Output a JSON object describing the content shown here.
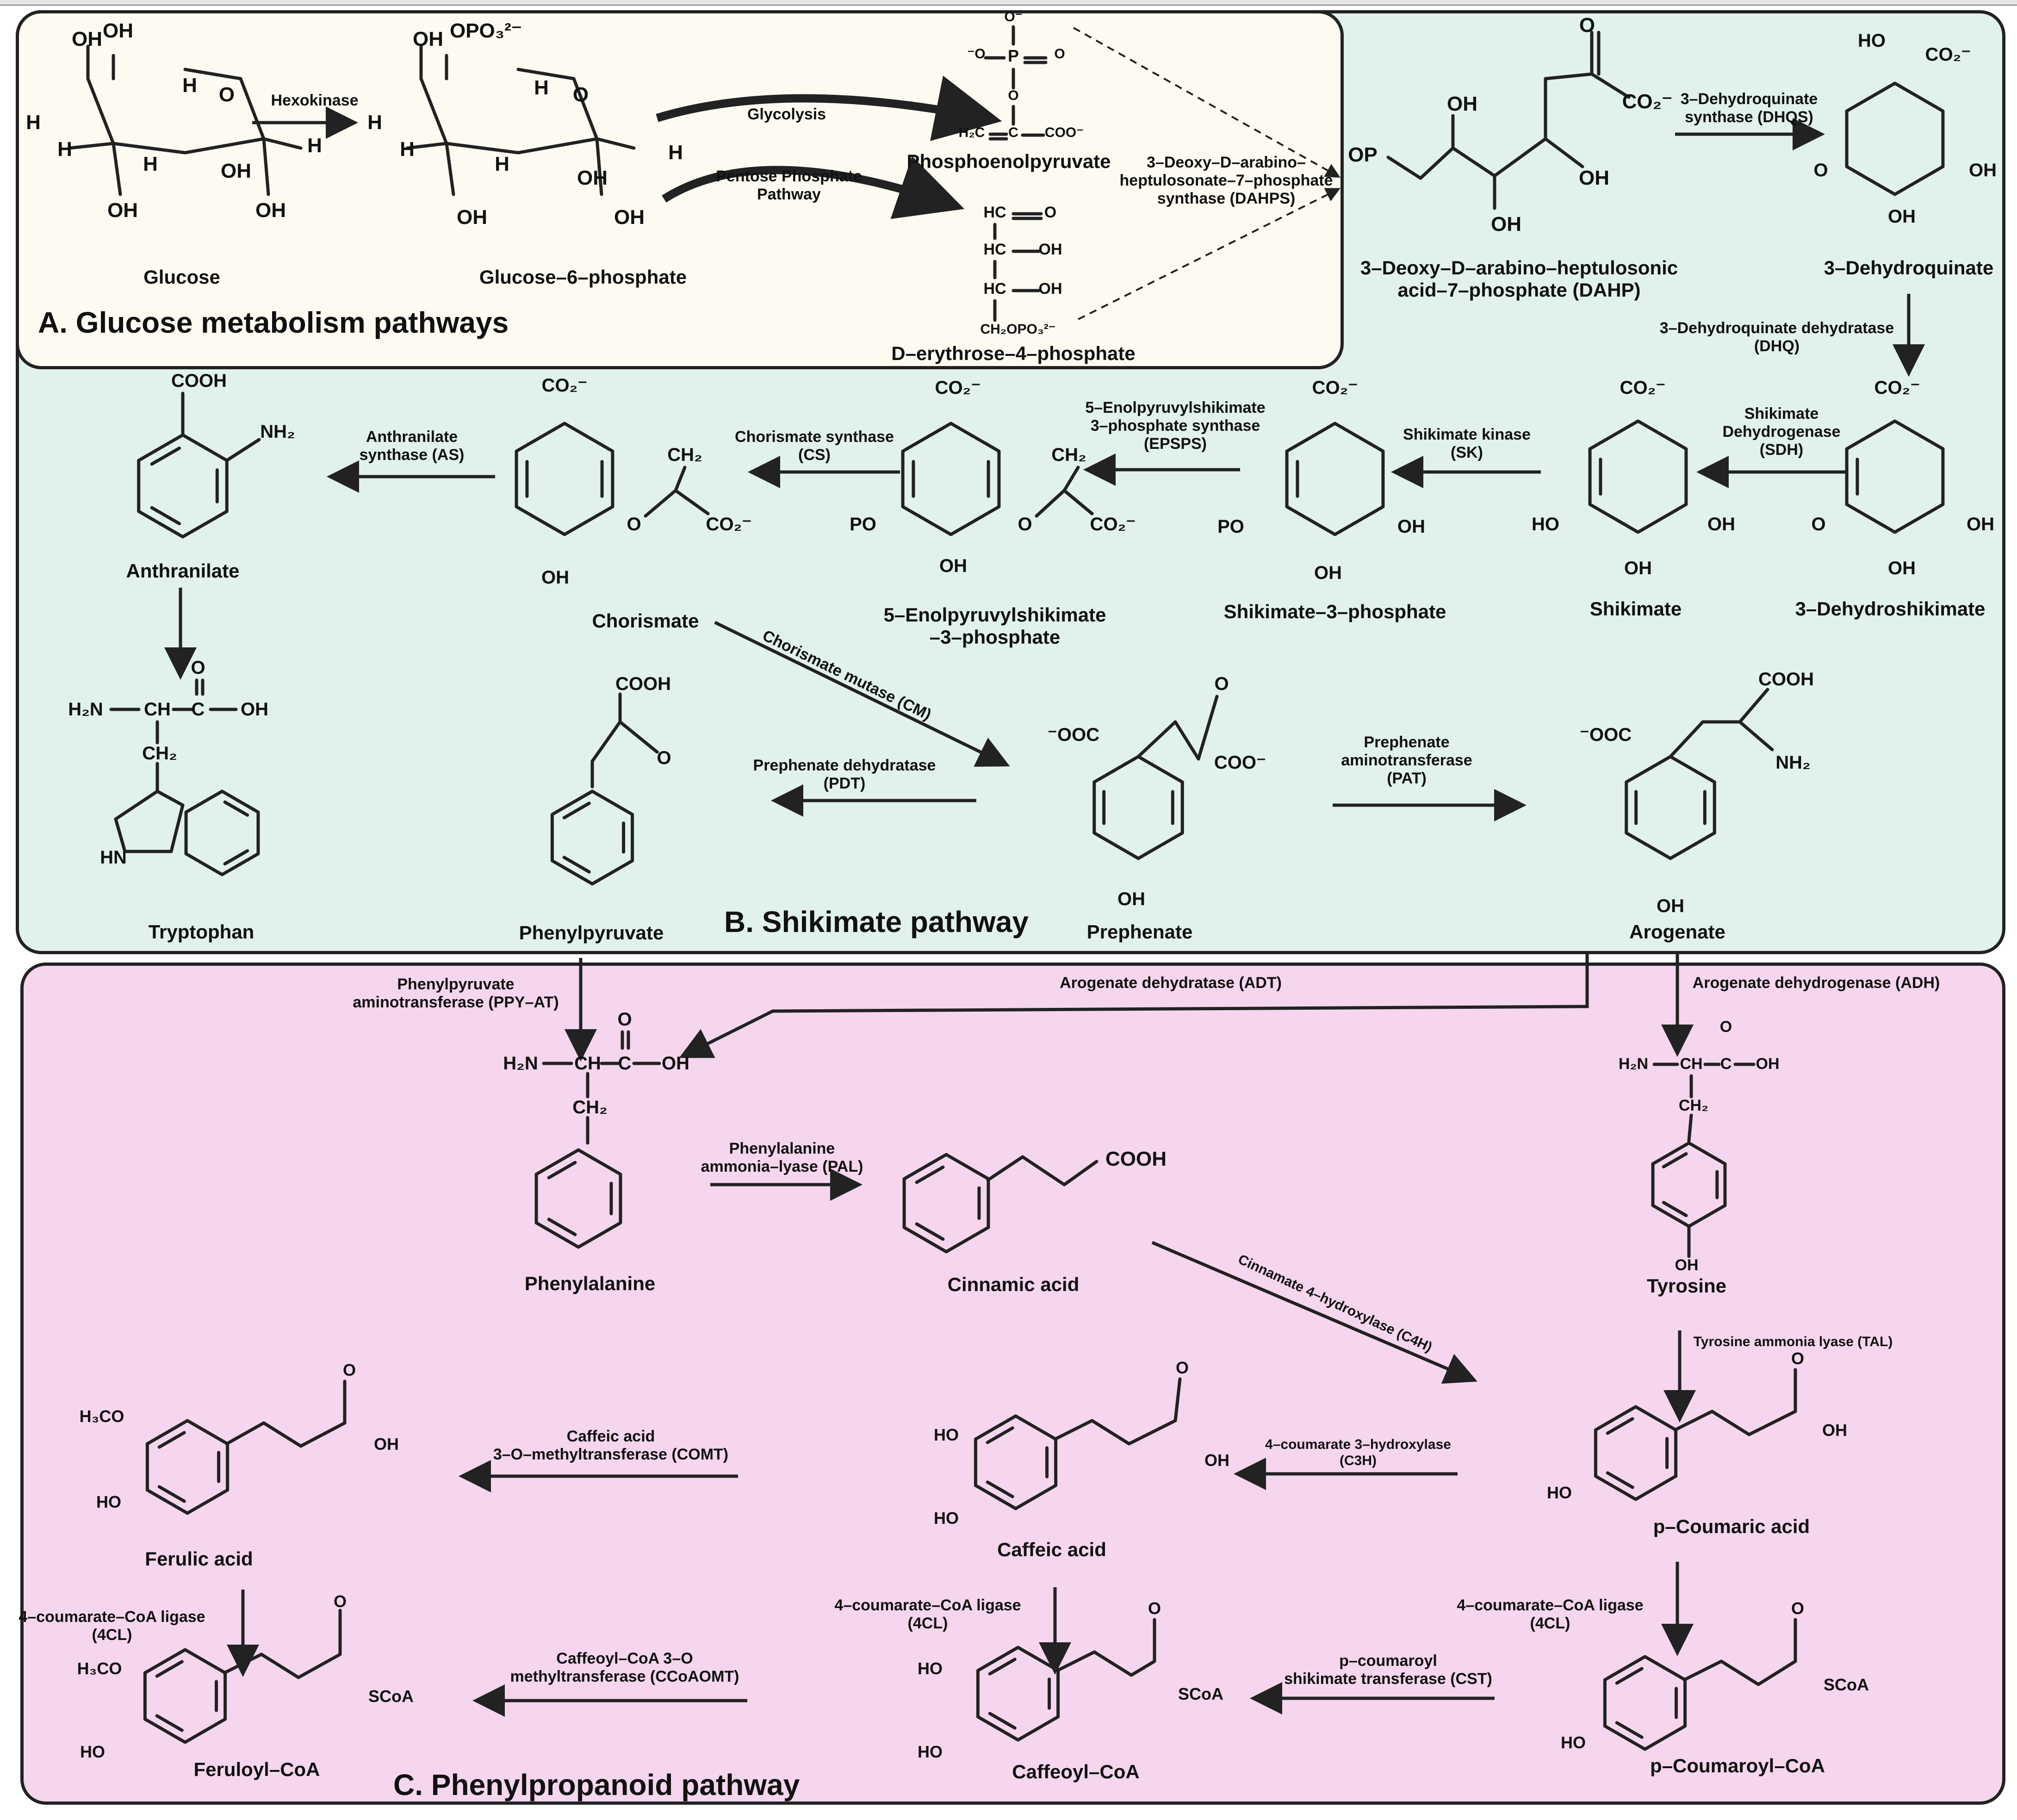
{
  "panels": {
    "a_title": "A. Glucose metabolism pathways",
    "b_title": "B. Shikimate pathway",
    "c_title": "C. Phenylpropanoid pathway"
  },
  "colors": {
    "panel_a": "#fdfbf1",
    "panel_b": "#e1f1ee",
    "panel_c": "#f5d6ee",
    "line": "#222222"
  },
  "compounds": {
    "glucose": "Glucose",
    "g6p": "Glucose–6–phosphate",
    "pep": "Phosphoenolpyruvate",
    "e4p": "D–erythrose–4–phosphate",
    "dahp": "3–Deoxy–D–arabino–heptulosonic\nacid–7–phosphate (DAHP)",
    "dhq": "3–Dehydroquinate",
    "dhs": "3–Dehydroshikimate",
    "shikimate": "Shikimate",
    "s3p": "Shikimate–3–phosphate",
    "epsp": "5–Enolpyruvylshikimate\n–3–phosphate",
    "chorismate": "Chorismate",
    "anthranilate": "Anthranilate",
    "tryptophan": "Tryptophan",
    "phenylpyruvate": "Phenylpyruvate",
    "prephenate": "Prephenate",
    "arogenate": "Arogenate",
    "phenylalanine": "Phenylalanine",
    "cinnamic": "Cinnamic acid",
    "tyrosine": "Tyrosine",
    "pcoumaric": "p–Coumaric acid",
    "caffeic": "Caffeic acid",
    "ferulic": "Ferulic acid",
    "pcoumaroylcoa": "p–Coumaroyl–CoA",
    "caffeoylcoa": "Caffeoyl–CoA",
    "feruloylcoa": "Feruloyl–CoA"
  },
  "enzymes": {
    "hexokinase": "Hexokinase",
    "glycolysis": "Glycolysis",
    "ppp": "Pentose Phosphate\nPathway",
    "dahps": "3–Deoxy–D–arabino–\nheptulosonate–7–phosphate\nsynthase (DAHPS)",
    "dhqs": "3–Dehydroquinate\nsynthase (DHQS)",
    "dhqd": "3–Dehydroquinate dehydratase\n(DHQ)",
    "sdh": "Shikimate\nDehydrogenase\n(SDH)",
    "sk": "Shikimate kinase\n(SK)",
    "epsps": "5–Enolpyruvylshikimate\n3–phosphate synthase\n(EPSPS)",
    "cs": "Chorismate synthase\n(CS)",
    "as": "Anthranilate\nsynthase (AS)",
    "cm": "Chorismate mutase (CM)",
    "pdt": "Prephenate dehydratase\n(PDT)",
    "pat": "Prephenate\naminotransferase\n(PAT)",
    "ppyat": "Phenylpyruvate\naminotransferase (PPY–AT)",
    "adt": "Arogenate dehydratase (ADT)",
    "adh": "Arogenate dehydrogenase (ADH)",
    "pal": "Phenylalanine\nammonia–lyase (PAL)",
    "c4h": "Cinnamate 4–hydroxylase (C4H)",
    "tal": "Tyrosine ammonia lyase (TAL)",
    "c3h": "4–coumarate 3–hydroxylase\n(C3H)",
    "comt": "Caffeic acid\n3–O–methyltransferase (COMT)",
    "fourcl_1": "4–coumarate–CoA ligase\n(4CL)",
    "fourcl_2": "4–coumarate–CoA ligase\n(4CL)",
    "fourcl_3": "4–coumarate–CoA ligase\n(4CL)",
    "cst": "p–coumaroyl\nshikimate transferase (CST)",
    "ccoaomt": "Caffeoyl–CoA 3–O\nmethyltransferase (CCoAOMT)"
  },
  "atoms": {
    "oh": "OH",
    "h": "H",
    "o": "O",
    "op": "OP",
    "po": "PO",
    "ho": "HO",
    "opo3": "OPO₃²⁻",
    "co2": "CO₂⁻",
    "cooh": "COOH",
    "nh2": "NH₂",
    "ch2": "CH₂",
    "ch2eq": "CH₂",
    "h2n": "H₂N",
    "hn": "HN",
    "ooc": "⁻OOC",
    "coo": "COO⁻",
    "h3co": "H₃CO",
    "scoa": "SCoA",
    "p": "P",
    "ominus": "O⁻",
    "ominus2": "⁻O",
    "h2c": "H₂C",
    "coo2": "COO⁻",
    "hc": "HC",
    "ch2opo3": "CH₂OPO₃²⁻",
    "ch": "CH",
    "c": "C"
  }
}
